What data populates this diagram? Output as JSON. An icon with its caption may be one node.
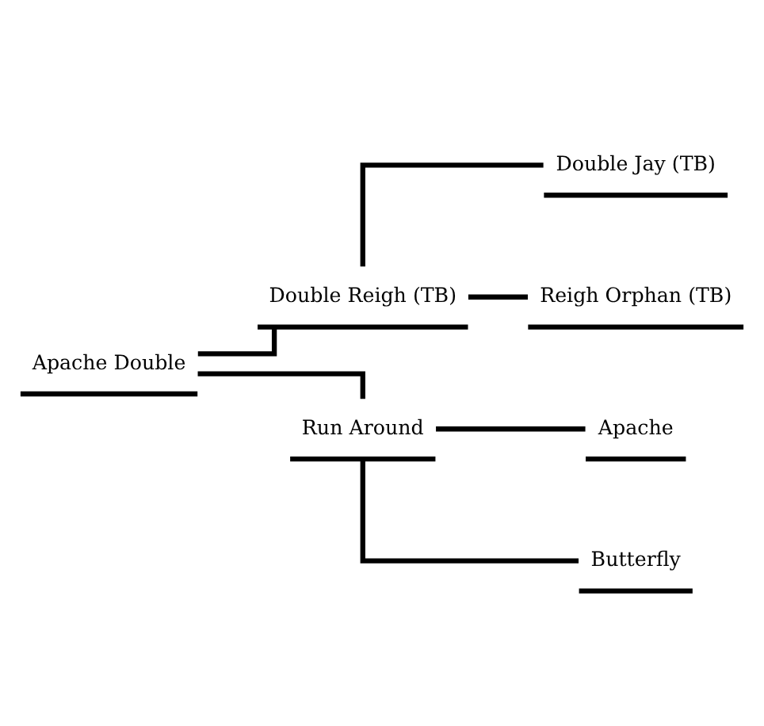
{
  "diagram": {
    "nodes": [
      {
        "text": [
          "Apache Double"
        ]
      },
      {
        "text": [
          "Double Reigh (TB)"
        ]
      },
      {
        "text": [
          "Double Jay (TB)"
        ]
      },
      {
        "text": [
          "Reigh Orphan (TB)"
        ]
      },
      {
        "text": [
          "Run Around"
        ]
      },
      {
        "text": [
          "Apache"
        ]
      },
      {
        "text": [
          "Butterfly"
        ]
      }
    ],
    "edges": [
      {
        "from": 0,
        "to": 1,
        "arrow": "none"
      },
      {
        "from": 1,
        "to": 2,
        "arrow": "none"
      },
      {
        "from": 1,
        "to": 3,
        "arrow": "none"
      },
      {
        "from": 0,
        "to": 4,
        "arrow": "none"
      },
      {
        "from": 4,
        "to": 5,
        "arrow": "none"
      },
      {
        "from": 4,
        "to": 6,
        "arrow": "none"
      }
    ]
  }
}
